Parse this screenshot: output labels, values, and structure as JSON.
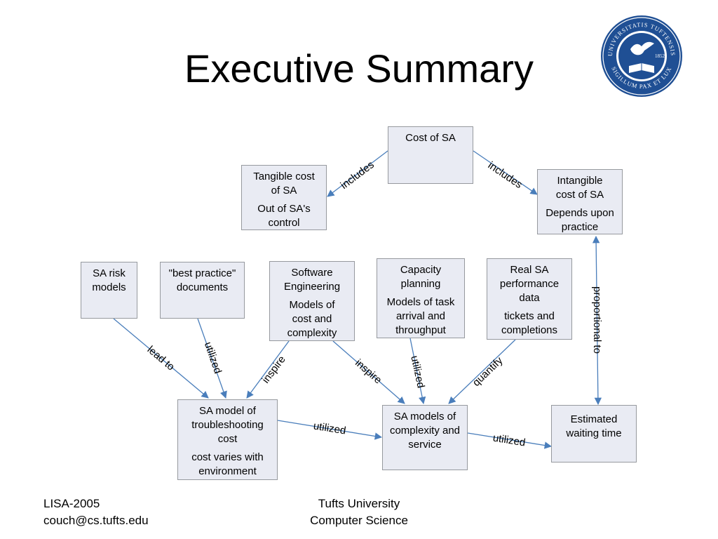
{
  "slide": {
    "title": "Executive Summary"
  },
  "nodes": {
    "cost": {
      "line1": "Cost of SA"
    },
    "tangible": {
      "line1": "Tangible cost of SA",
      "line2": "Out of SA's control"
    },
    "intangible": {
      "line1": "Intangible cost of SA",
      "line2": "Depends upon practice"
    },
    "risk": {
      "line1": "SA risk models"
    },
    "bestpractice": {
      "line1": "\"best practice\" documents"
    },
    "softeng": {
      "line1": "Software Engineering",
      "line2": "Models of cost and complexity"
    },
    "capacity": {
      "line1": "Capacity planning",
      "line2": "Models of task arrival and throughput"
    },
    "realdata": {
      "line1": "Real SA performance data",
      "line2": "tickets and completions"
    },
    "troubleshooting": {
      "line1": "SA model of troubleshooting cost",
      "line2": "cost varies with environment"
    },
    "complexity": {
      "line1": "SA models of complexity and service"
    },
    "waiting": {
      "line1": "Estimated waiting time"
    }
  },
  "edges": {
    "cost_tangible": "includes",
    "cost_intangible": "includes",
    "intangible_waiting": "proportional to",
    "risk_trouble": "lead to",
    "best_trouble": "utilized",
    "softeng_trouble": "inspire",
    "softeng_complex": "inspire",
    "capacity_complex": "utilized",
    "real_complex": "quantify",
    "trouble_complex": "utilized",
    "complex_waiting": "utilized"
  },
  "footer": {
    "left_line1": "LISA-2005",
    "left_line2": "couch@cs.tufts.edu",
    "center_line1": "Tufts University",
    "center_line2": "Computer Science"
  },
  "seal": {
    "top_text": "UNIVERSITATIS TUFTENSIS",
    "bottom_text": "SIGILLUM PAX ET LUX",
    "year": "1852"
  },
  "colors": {
    "box_fill": "#e9ebf3",
    "box_border": "#96999e",
    "arrow": "#4a7ebb",
    "seal": "#1f4f94"
  }
}
